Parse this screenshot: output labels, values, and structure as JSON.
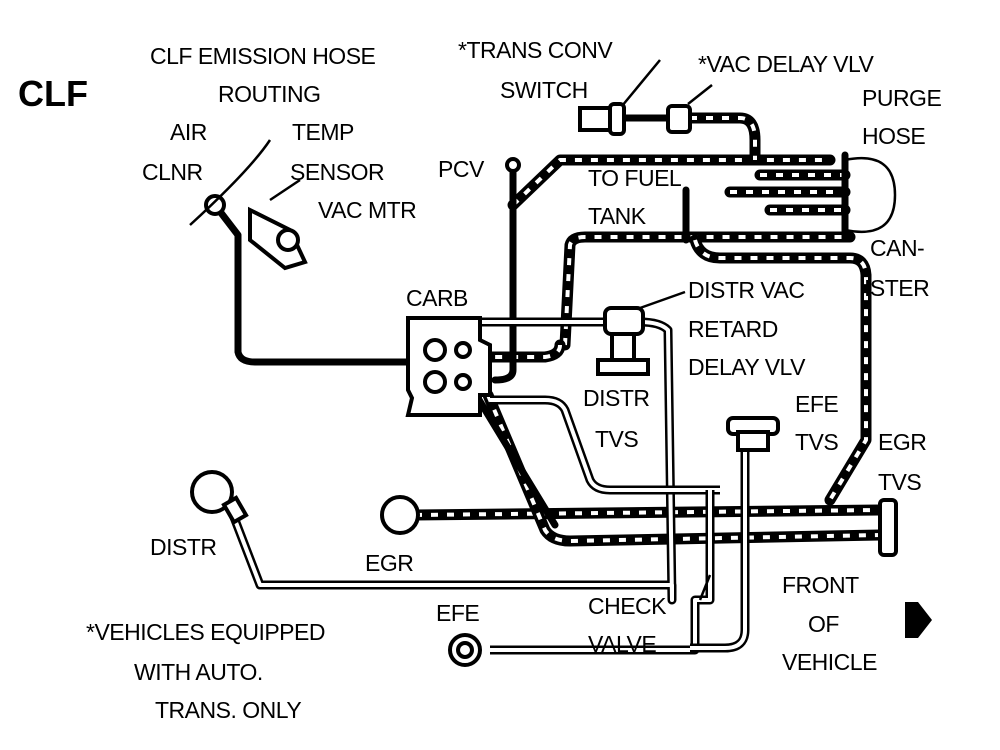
{
  "title": {
    "code": "CLF",
    "line1": "CLF EMISSION HOSE",
    "line2": "ROUTING"
  },
  "labels": {
    "trans_conv_1": "*TRANS CONV",
    "trans_conv_2": "SWITCH",
    "vac_delay": "*VAC DELAY VLV",
    "purge_1": "PURGE",
    "purge_2": "HOSE",
    "air_1": "AIR",
    "air_2": "CLNR",
    "temp_1": "TEMP",
    "temp_2": "SENSOR",
    "vac_mtr": "VAC MTR",
    "pcv": "PCV",
    "fuel_1": "TO FUEL",
    "fuel_2": "TANK",
    "canister_1": "CAN-",
    "canister_2": "ISTER",
    "carb": "CARB",
    "dvr_1": "DISTR VAC",
    "dvr_2": "RETARD",
    "dvr_3": "DELAY VLV",
    "dtvs_1": "DISTR",
    "dtvs_2": "TVS",
    "efetvs_1": "EFE",
    "efetvs_2": "TVS",
    "egrtvs_1": "EGR",
    "egrtvs_2": "TVS",
    "distr": "DISTR",
    "egr": "EGR",
    "efe": "EFE",
    "check_1": "CHECK",
    "check_2": "VALVE",
    "front_1": "FRONT",
    "front_2": "OF",
    "front_3": "VEHICLE",
    "note_1": "*VEHICLES EQUIPPED",
    "note_2": "WITH AUTO.",
    "note_3": "TRANS. ONLY"
  }
}
